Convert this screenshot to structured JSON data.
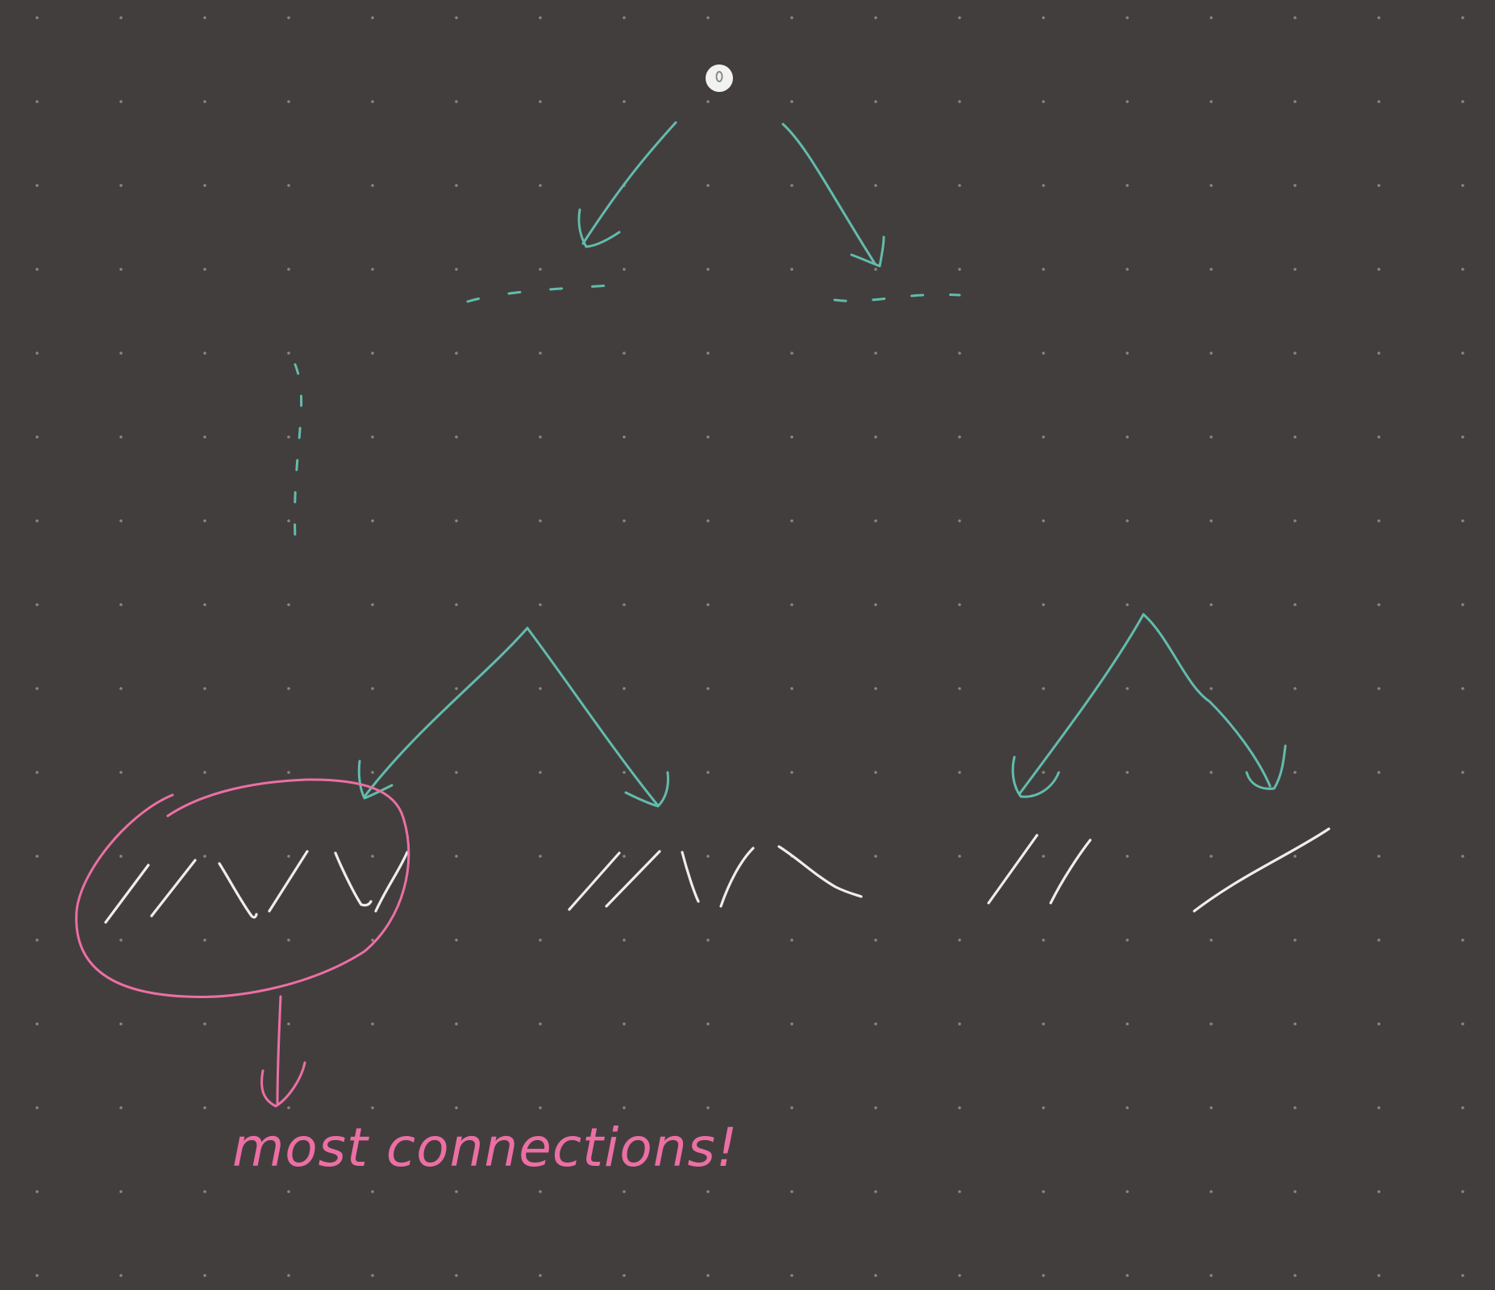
{
  "canvas": {
    "background_color": "#423e3d",
    "grid": "dotted",
    "grid_dot_color": "#8a8684"
  },
  "colors": {
    "tree_edges": "#62bcac",
    "nodes": "#eeeeee",
    "highlight": "#ec6fa4"
  },
  "tree": {
    "root": "root-dot",
    "top_branches": 2,
    "elided_levels": "dashed",
    "bottom_subtrees": 2,
    "leaf_groups": [
      {
        "marks": "//\\/\\/",
        "circled": true
      },
      {
        "marks": "//\\/\\"
      },
      {
        "marks": "//"
      },
      {
        "marks": "/"
      }
    ]
  },
  "annotation": {
    "text": "most connections!",
    "icon": "arrow-down-icon"
  }
}
